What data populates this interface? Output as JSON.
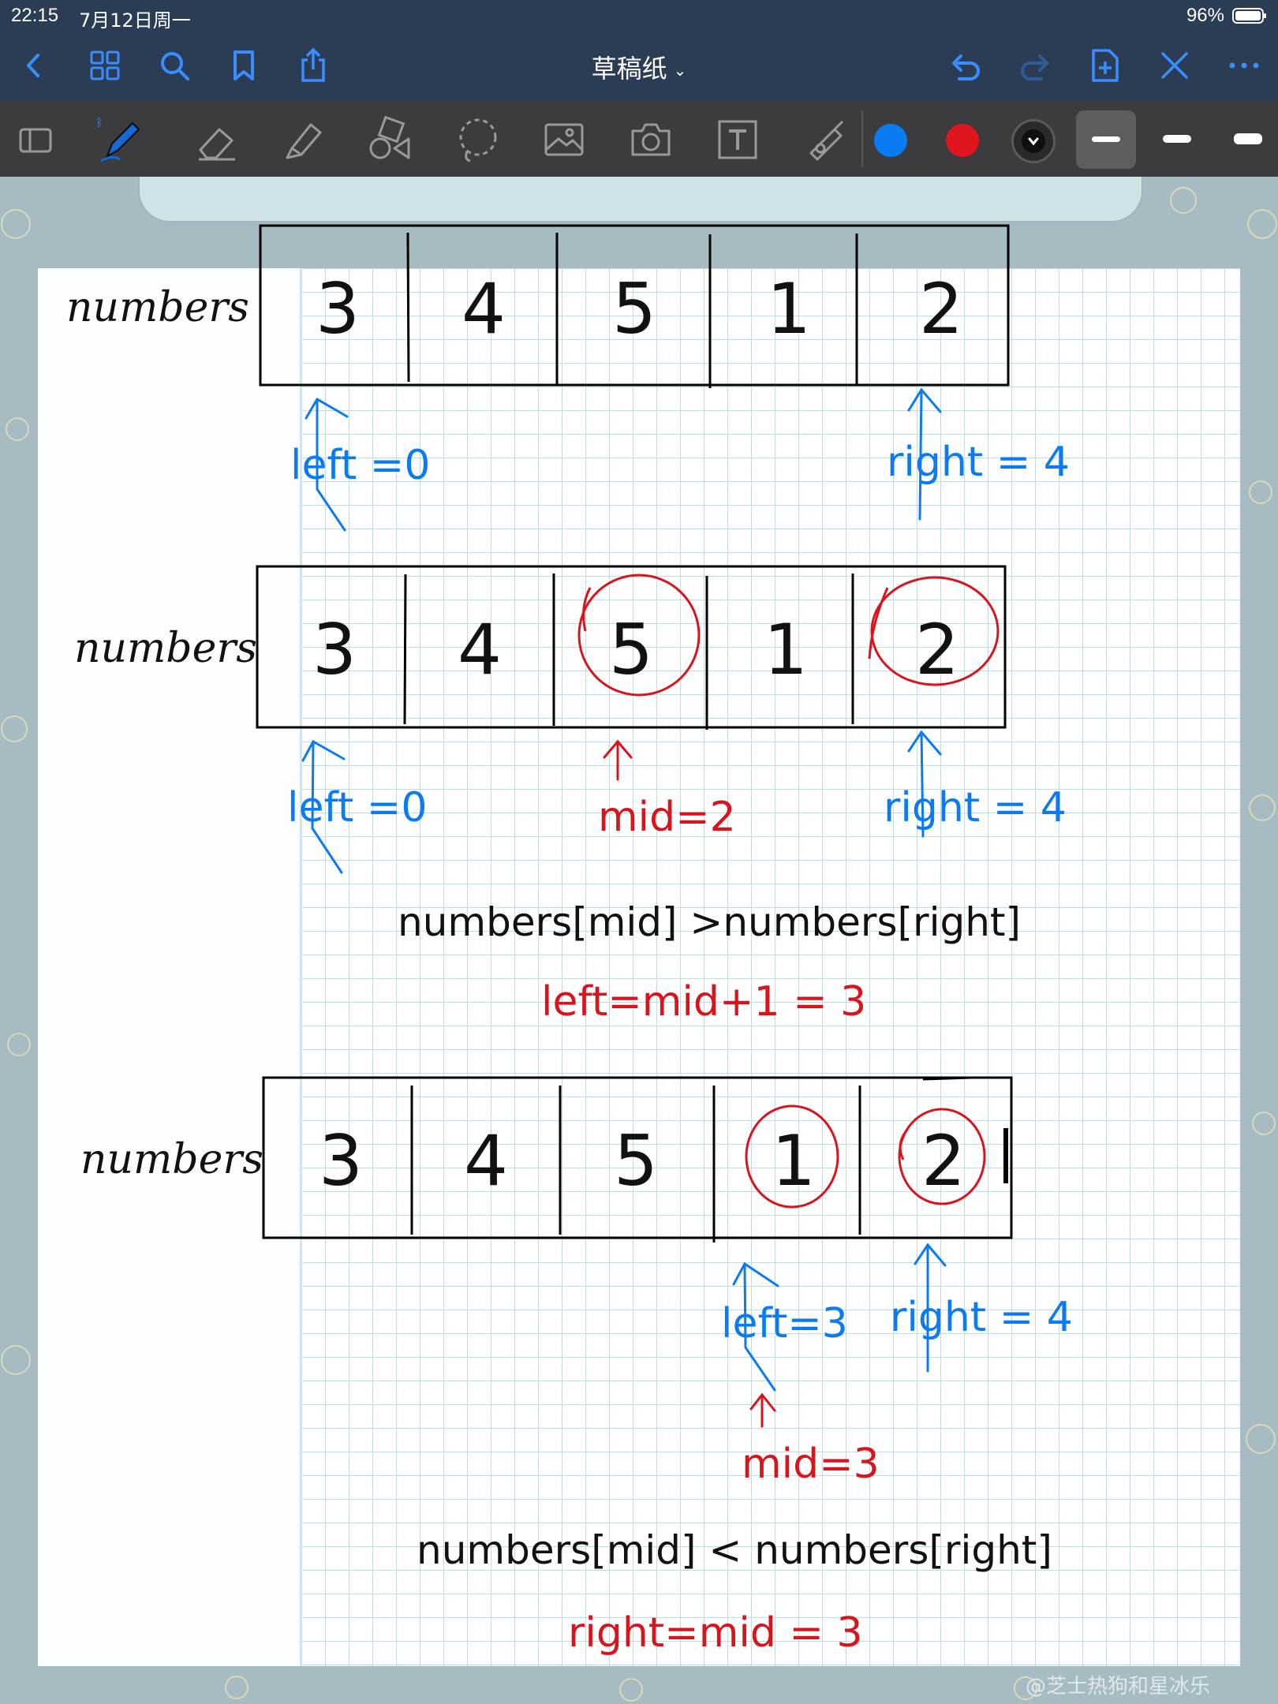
{
  "status_bar": {
    "time": "22:15",
    "date": "7月12日周一",
    "battery": "96%"
  },
  "nav_bar": {
    "title": "草稿纸",
    "icons": [
      "back-icon",
      "grid-icon",
      "search-icon",
      "bookmark-icon",
      "share-icon",
      "undo-icon",
      "redo-icon",
      "add-page-icon",
      "close-x-icon",
      "more-icon"
    ]
  },
  "toolbar": {
    "tools": [
      "page-layout-icon",
      "pen-icon",
      "eraser-icon",
      "highlighter-icon",
      "shapes-icon",
      "lasso-icon",
      "image-icon",
      "camera-icon",
      "text-icon",
      "pointer-icon"
    ],
    "colors": {
      "blue": "#0a7bf2",
      "red": "#e0151f",
      "black": "#111111"
    }
  },
  "note": {
    "arrays": [
      {
        "label": "numbers",
        "cells": [
          "3",
          "4",
          "5",
          "1",
          "2"
        ]
      },
      {
        "label": "numbers",
        "cells": [
          "3",
          "4",
          "5",
          "1",
          "2"
        ]
      },
      {
        "label": "numbers",
        "cells": [
          "3",
          "4",
          "5",
          "1",
          "2"
        ]
      }
    ],
    "step1": {
      "left": "left =0",
      "right": "right = 4"
    },
    "step2": {
      "left": "left =0",
      "mid": "mid=2",
      "right": "right = 4",
      "comparison": "numbers[mid] >numbers[right]",
      "update": "left=mid+1 = 3"
    },
    "step3": {
      "left": "left=3",
      "right": "right = 4",
      "mid": "mid=3",
      "comparison": "numbers[mid] < numbers[right]",
      "update": "right=mid = 3"
    }
  },
  "watermark": "@芝士热狗和星冰乐"
}
